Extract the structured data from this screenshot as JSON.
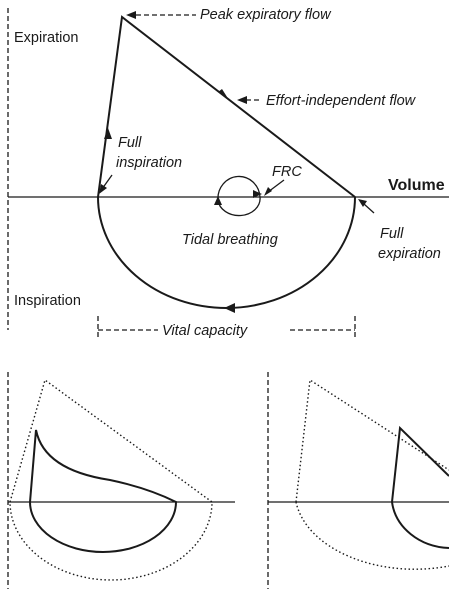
{
  "labels": {
    "expiration": "Expiration",
    "inspiration": "Inspiration",
    "peak_expiratory_flow": "Peak expiratory flow",
    "effort_independent_flow": "Effort-independent flow",
    "full_inspiration_line1": "Full",
    "full_inspiration_line2": "inspiration",
    "frc": "FRC",
    "volume": "Volume",
    "full_expiration_line1": "Full",
    "full_expiration_line2": "expiration",
    "tidal_breathing": "Tidal breathing",
    "vital_capacity": "Vital capacity"
  }
}
